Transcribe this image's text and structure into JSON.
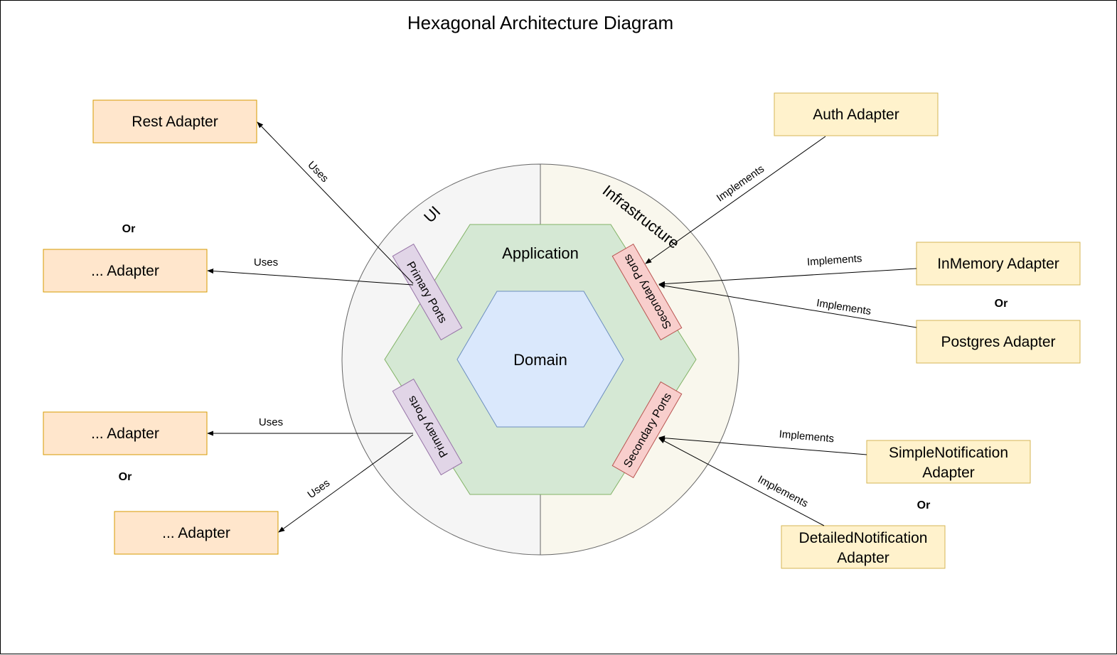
{
  "title": "Hexagonal Architecture Diagram",
  "regions": {
    "ui": "UI",
    "infrastructure": "Infrastructure"
  },
  "core": {
    "application": "Application",
    "domain": "Domain"
  },
  "ports": {
    "primary_top": "Primary Ports",
    "primary_bottom": "Primary Ports",
    "secondary_top": "Secondary Ports",
    "secondary_bottom": "Secondary Ports"
  },
  "adapters": {
    "rest": "Rest Adapter",
    "ui_adapter_1": "... Adapter",
    "ui_adapter_2": "... Adapter",
    "ui_adapter_3": "... Adapter",
    "auth": "Auth Adapter",
    "inmemory": "InMemory Adapter",
    "postgres": "Postgres Adapter",
    "simple_notification_line1": "SimpleNotification",
    "simple_notification_line2": "Adapter",
    "detailed_notification_line1": "DetailedNotification",
    "detailed_notification_line2": "Adapter"
  },
  "edges": {
    "uses_rest": "Uses",
    "uses_ui1": "Uses",
    "uses_ui2": "Uses",
    "uses_ui3": "Uses",
    "implements_auth": "Implements",
    "implements_inmemory": "Implements",
    "implements_postgres": "Implements",
    "implements_simple": "Implements",
    "implements_detailed": "Implements"
  },
  "or_labels": {
    "left_top": "Or",
    "left_bottom": "Or",
    "right_middle": "Or",
    "right_bottom": "Or"
  },
  "colors": {
    "ui_region": "#f5f5f5",
    "infra_region": "#f9f7ed",
    "application": "#d5e8d4",
    "application_stroke": "#82b366",
    "domain": "#dae8fc",
    "domain_stroke": "#6c8ebf",
    "primary_port": "#e1d5e7",
    "primary_port_stroke": "#9673a6",
    "secondary_port": "#f8cecc",
    "secondary_port_stroke": "#b85450",
    "ui_adapter": "#ffe6cc",
    "ui_adapter_stroke": "#d79b00",
    "infra_adapter": "#fff2cc",
    "infra_adapter_stroke": "#d6b656"
  }
}
